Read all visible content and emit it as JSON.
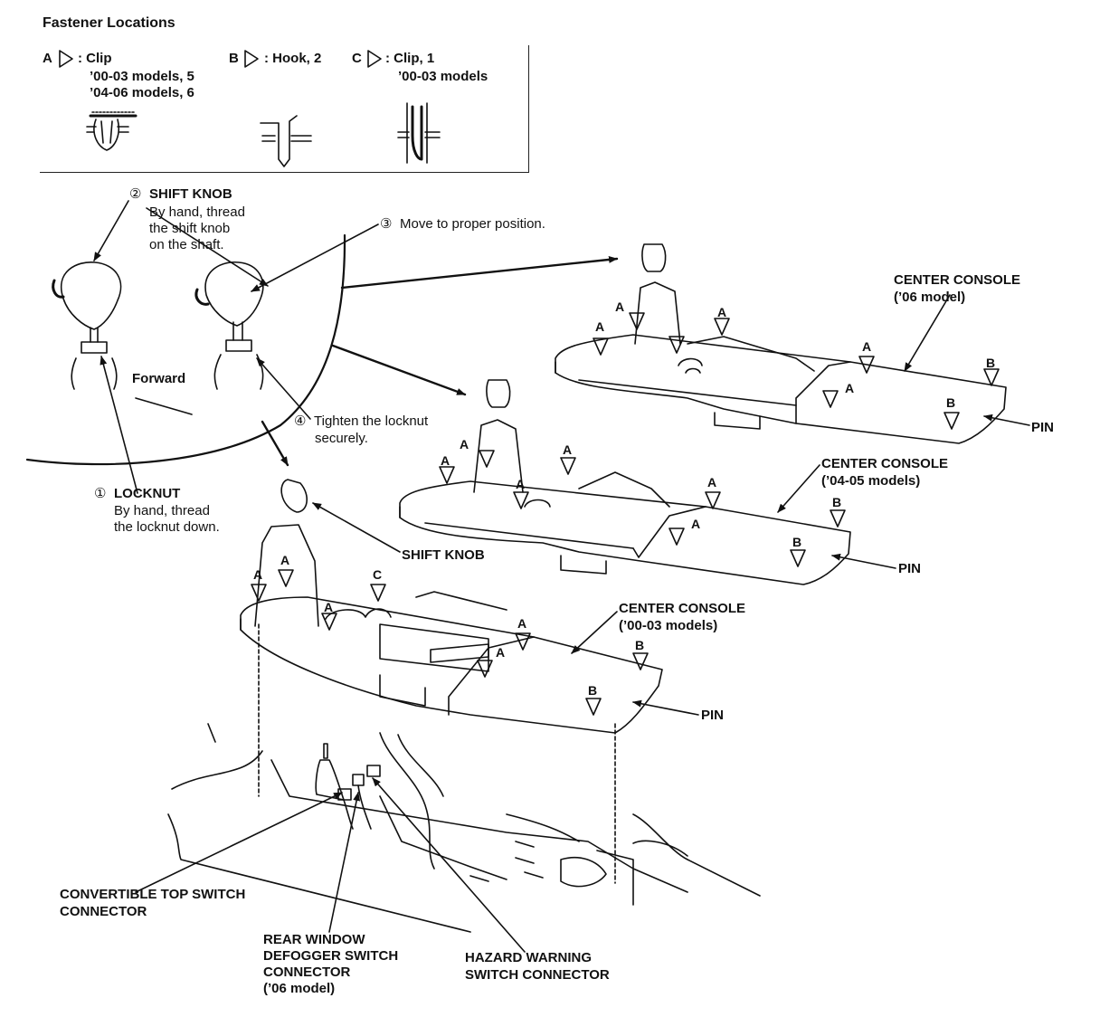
{
  "legend": {
    "heading": "Fastener Locations",
    "a_letter": "A",
    "a_label": ": Clip",
    "a_line2": "’00-03 models, 5",
    "a_line3": "’04-06 models, 6",
    "b_letter": "B",
    "b_label": ": Hook, 2",
    "c_letter": "C",
    "c_label": ": Clip, 1",
    "c_line2": "’00-03 models"
  },
  "steps": {
    "shift_knob_title": "SHIFT KNOB",
    "shift_knob_num": "②",
    "shift_knob_l1": "By hand, thread",
    "shift_knob_l2": "the shift knob",
    "shift_knob_l3": "on the shaft.",
    "move_num": "③",
    "move_text": "Move to proper position.",
    "tighten_num": "④",
    "tighten_l1": "Tighten the locknut",
    "tighten_l2": "securely.",
    "locknut_num": "①",
    "locknut_title": "LOCKNUT",
    "locknut_l1": "By hand, thread",
    "locknut_l2": "the locknut down.",
    "forward": "Forward"
  },
  "labels": {
    "shift_knob": "SHIFT KNOB",
    "console06_l1": "CENTER CONSOLE",
    "console06_l2": "(’06 model)",
    "console0405_l1": "CENTER CONSOLE",
    "console0405_l2": "(’04-05 models)",
    "console0003_l1": "CENTER CONSOLE",
    "console0003_l2": "(’00-03 models)",
    "pin": "PIN",
    "convertible_l1": "CONVERTIBLE TOP SWITCH",
    "convertible_l2": "CONNECTOR",
    "rear_l1": "REAR WINDOW",
    "rear_l2": "DEFOGGER SWITCH",
    "rear_l3": "CONNECTOR",
    "rear_l4": "(’06 model)",
    "hazard_l1": "HAZARD WARNING",
    "hazard_l2": "SWITCH CONNECTOR"
  },
  "clip_letters": {
    "a": "A",
    "b": "B",
    "c": "C"
  }
}
